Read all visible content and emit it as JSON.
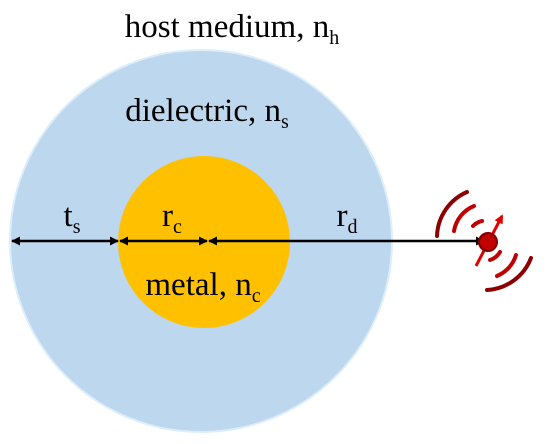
{
  "labels": {
    "host": {
      "text": "host medium, ",
      "symbol": "n",
      "sub": "h"
    },
    "shell": {
      "text": "dielectric, ",
      "symbol": "n",
      "sub": "s"
    },
    "core": {
      "text": "metal, ",
      "symbol": "n",
      "sub": "c"
    },
    "thickness": {
      "symbol": "t",
      "sub": "s"
    },
    "core_radius": {
      "symbol": "r",
      "sub": "c"
    },
    "distance": {
      "symbol": "r",
      "sub": "d"
    }
  },
  "colors": {
    "shell_fill": "#bdd7ee",
    "shell_edge": "#ddeefb",
    "core_fill": "#ffc000",
    "arrow": "#000000",
    "emitter_dot": "#c00000",
    "emitter_dot_edge": "#7f0000",
    "emitter_arc_inner": "#c00000",
    "emitter_arc_outer": "#8b0000",
    "dipole_arrow": "#e00000"
  },
  "icons": {
    "emitter": "radiating-dipole-icon",
    "dimension_arrow": "double-headed-arrow"
  }
}
